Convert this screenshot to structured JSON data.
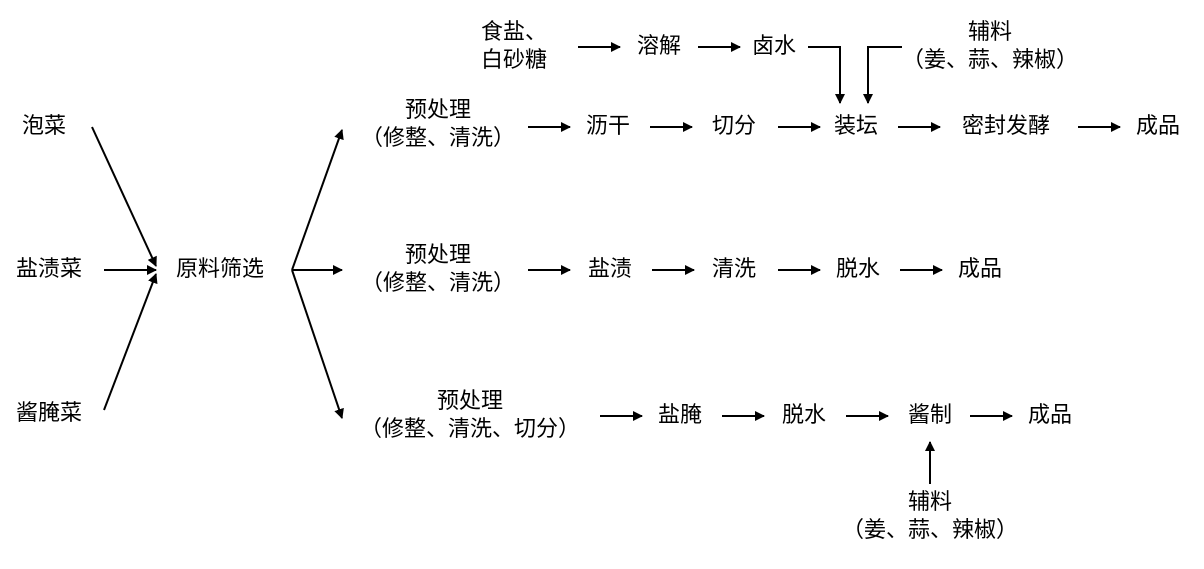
{
  "inputs": {
    "pao": "泡菜",
    "yan": "盐渍菜",
    "jiang": "酱腌菜"
  },
  "screening": "原料筛选",
  "row1": {
    "pre_title": "预处理",
    "pre_detail": "（修整、清洗）",
    "step1": "沥干",
    "step2": "切分",
    "step3": "装坛",
    "step4": "密封发酵",
    "product": "成品",
    "salt_sugar_line1": "食盐、",
    "salt_sugar_line2": "白砂糖",
    "dissolve": "溶解",
    "brine": "卤水",
    "aux_title": "辅料",
    "aux_detail": "（姜、蒜、辣椒）"
  },
  "row2": {
    "pre_title": "预处理",
    "pre_detail": "（修整、清洗）",
    "step1": "盐渍",
    "step2": "清洗",
    "step3": "脱水",
    "product": "成品"
  },
  "row3": {
    "pre_title": "预处理",
    "pre_detail": "（修整、清洗、切分）",
    "step1": "盐腌",
    "step2": "脱水",
    "step3": "酱制",
    "product": "成品",
    "aux_title": "辅料",
    "aux_detail": "（姜、蒜、辣椒）"
  }
}
